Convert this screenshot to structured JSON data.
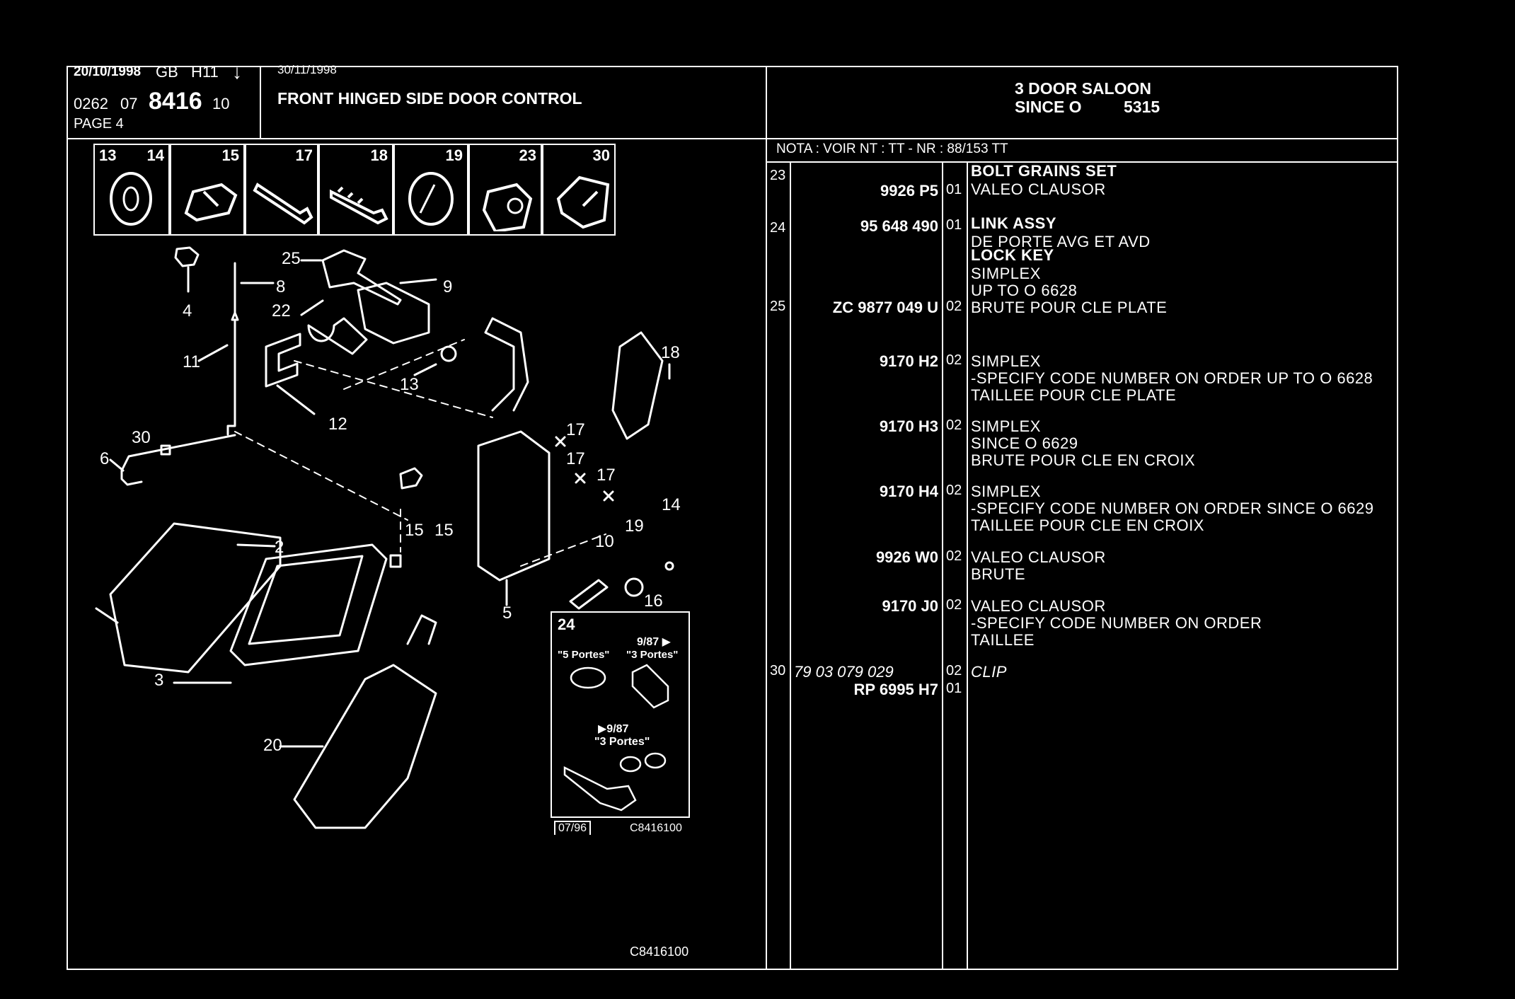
{
  "header": {
    "date1": "20/10/1998",
    "region": "GB",
    "code": "H11",
    "arrow": "↓",
    "doc_prefix": "0262",
    "doc_num1": "07",
    "doc_num_big": "8416",
    "doc_num2": "10",
    "page": "PAGE 4",
    "date2": "30/11/1998",
    "title": "FRONT HINGED SIDE DOOR CONTROL",
    "model_line1": "3 DOOR SALOON",
    "model_since_label": "SINCE O",
    "model_since_value": "5315",
    "nota": "NOTA : VOIR NT : TT - NR : 88/153 TT"
  },
  "thumbnails": [
    {
      "nums": "13",
      "nums2": "14",
      "icon": "washer-icon"
    },
    {
      "nums": "15",
      "icon": "clip-icon"
    },
    {
      "nums": "17",
      "icon": "screw-icon"
    },
    {
      "nums": "18",
      "icon": "self-tapping-screw-icon"
    },
    {
      "nums": "19",
      "icon": "cup-washer-icon"
    },
    {
      "nums": "23",
      "icon": "lock-barrel-icon"
    },
    {
      "nums": "30",
      "icon": "retaining-clip-icon"
    }
  ],
  "diagram": {
    "callouts": [
      "25",
      "9",
      "8",
      "4",
      "22",
      "11",
      "13",
      "12",
      "18",
      "17",
      "17",
      "17",
      "30",
      "6",
      "15",
      "15",
      "10",
      "19",
      "14",
      "2",
      "5",
      "16",
      "3",
      "20"
    ],
    "inset": {
      "number": "24",
      "label_a": "9/87 ▶",
      "label_b": "\"5 Portes\"",
      "label_c": "\"3 Portes\"",
      "label_d": "▶9/87",
      "label_e": "\"3 Portes\"",
      "date": "07/96",
      "ref": "C8416100"
    },
    "footer_ref": "C8416100"
  },
  "rows": [
    {
      "ref": "23",
      "part": "9926 P5",
      "qty": "01",
      "desc": [
        "BOLT GRAINS SET",
        "VALEO CLAUSOR"
      ],
      "bold_first": true
    },
    {
      "ref": "24",
      "part": "95 648 490",
      "qty": "01",
      "desc": [
        "LINK ASSY",
        "DE PORTE AVG ET AVD"
      ],
      "bold_first": true
    },
    {
      "ref": "25",
      "part": "ZC 9877 049 U",
      "qty": "02",
      "desc": [
        "LOCK KEY",
        "SIMPLEX",
        "UP TO O 6628",
        "BRUTE POUR CLE PLATE"
      ],
      "bold_first": true
    },
    {
      "ref": "",
      "part": "9170 H2",
      "qty": "02",
      "desc": [
        "SIMPLEX",
        "-SPECIFY CODE NUMBER ON ORDER UP TO O 6628",
        "TAILLEE POUR CLE PLATE"
      ]
    },
    {
      "ref": "",
      "part": "9170 H3",
      "qty": "02",
      "desc": [
        "SIMPLEX",
        "SINCE O 6629",
        "BRUTE POUR CLE EN CROIX"
      ]
    },
    {
      "ref": "",
      "part": "9170 H4",
      "qty": "02",
      "desc": [
        "SIMPLEX",
        "-SPECIFY CODE NUMBER ON ORDER SINCE O 6629",
        "TAILLEE POUR CLE EN CROIX"
      ]
    },
    {
      "ref": "",
      "part": "9926 W0",
      "qty": "02",
      "desc": [
        "VALEO CLAUSOR",
        "BRUTE"
      ]
    },
    {
      "ref": "",
      "part": "9170 J0",
      "qty": "02",
      "desc": [
        "VALEO CLAUSOR",
        "-SPECIFY CODE NUMBER ON ORDER",
        "TAILLEE"
      ]
    },
    {
      "ref": "30",
      "part": "79 03 079 029",
      "qty": "02",
      "desc": [
        "CLIP"
      ],
      "italic": true
    },
    {
      "ref": "",
      "part": "RP 6995 H7",
      "qty": "01",
      "desc": []
    }
  ]
}
